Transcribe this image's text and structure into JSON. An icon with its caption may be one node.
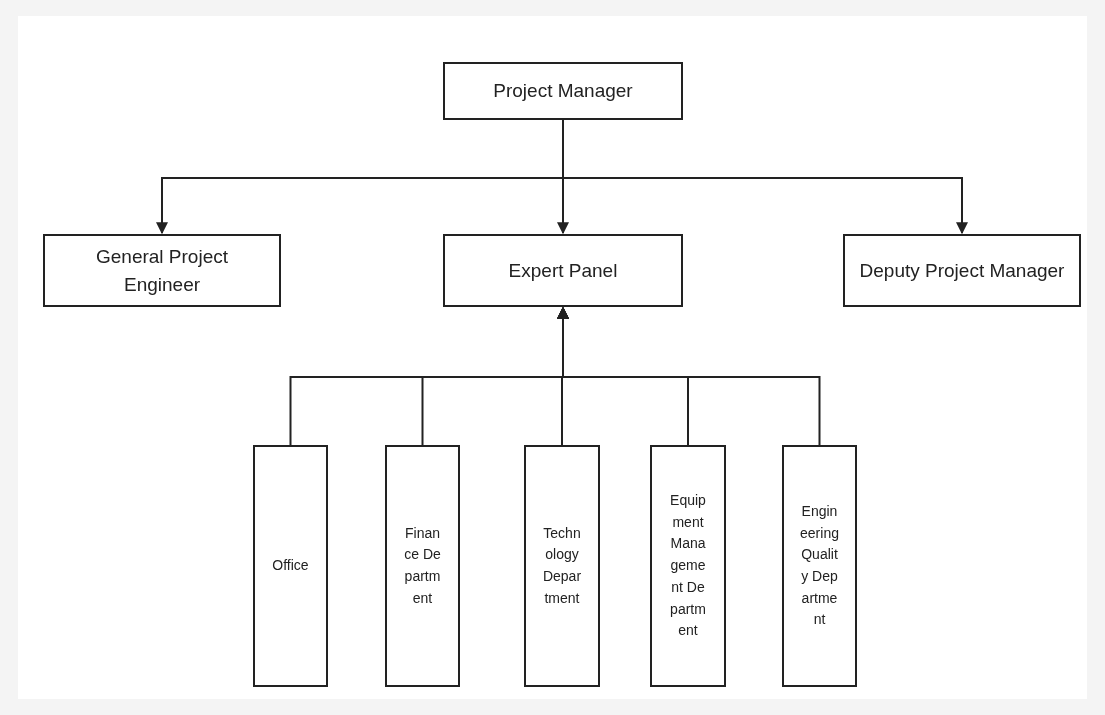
{
  "diagram": {
    "nodes": [
      {
        "text": [
          "Project Manager"
        ]
      },
      {
        "text": [
          "General Project Engineer"
        ]
      },
      {
        "text": [
          "Expert Panel"
        ]
      },
      {
        "text": [
          "Deputy Project Manager"
        ]
      },
      {
        "text": [
          "Office"
        ]
      },
      {
        "text": [
          "Finance Department"
        ]
      },
      {
        "text": [
          "Technology Department"
        ]
      },
      {
        "text": [
          "Equipment Management Department"
        ]
      },
      {
        "text": [
          "Engineering Quality Department"
        ]
      }
    ],
    "edges": [
      {
        "from": 0,
        "to": 1,
        "arrow": "to"
      },
      {
        "from": 0,
        "to": 2,
        "arrow": "to"
      },
      {
        "from": 0,
        "to": 3,
        "arrow": "to"
      },
      {
        "from": 4,
        "to": 2,
        "arrow": "to"
      },
      {
        "from": 5,
        "to": 2,
        "arrow": "to"
      },
      {
        "from": 6,
        "to": 2,
        "arrow": "to"
      },
      {
        "from": 7,
        "to": 2,
        "arrow": "to"
      },
      {
        "from": 8,
        "to": 2,
        "arrow": "to"
      }
    ]
  }
}
